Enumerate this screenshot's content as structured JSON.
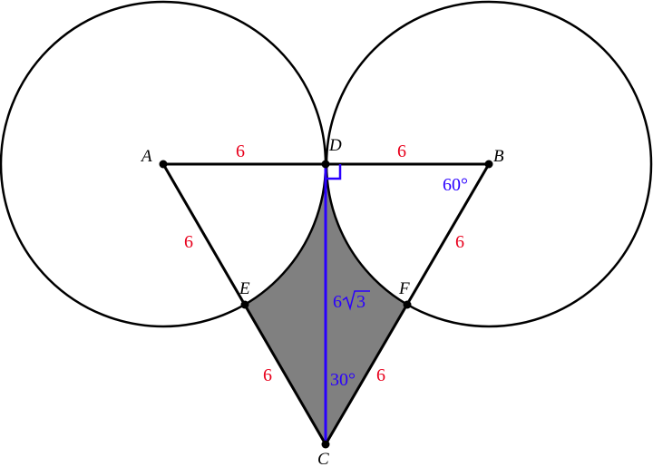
{
  "colors": {
    "stroke": "#000000",
    "shade": "#808080",
    "length_label": "#e8001c",
    "altitude": "#2a00ff"
  },
  "points": {
    "A": "A",
    "B": "B",
    "C": "C",
    "D": "D",
    "E": "E",
    "F": "F"
  },
  "lengths": {
    "AD": "6",
    "DB": "6",
    "AE": "6",
    "BF": "6",
    "EC": "6",
    "FC": "6",
    "height_coef": "6",
    "height_radicand": "3"
  },
  "angles": {
    "B": "60°",
    "C": "30°"
  }
}
